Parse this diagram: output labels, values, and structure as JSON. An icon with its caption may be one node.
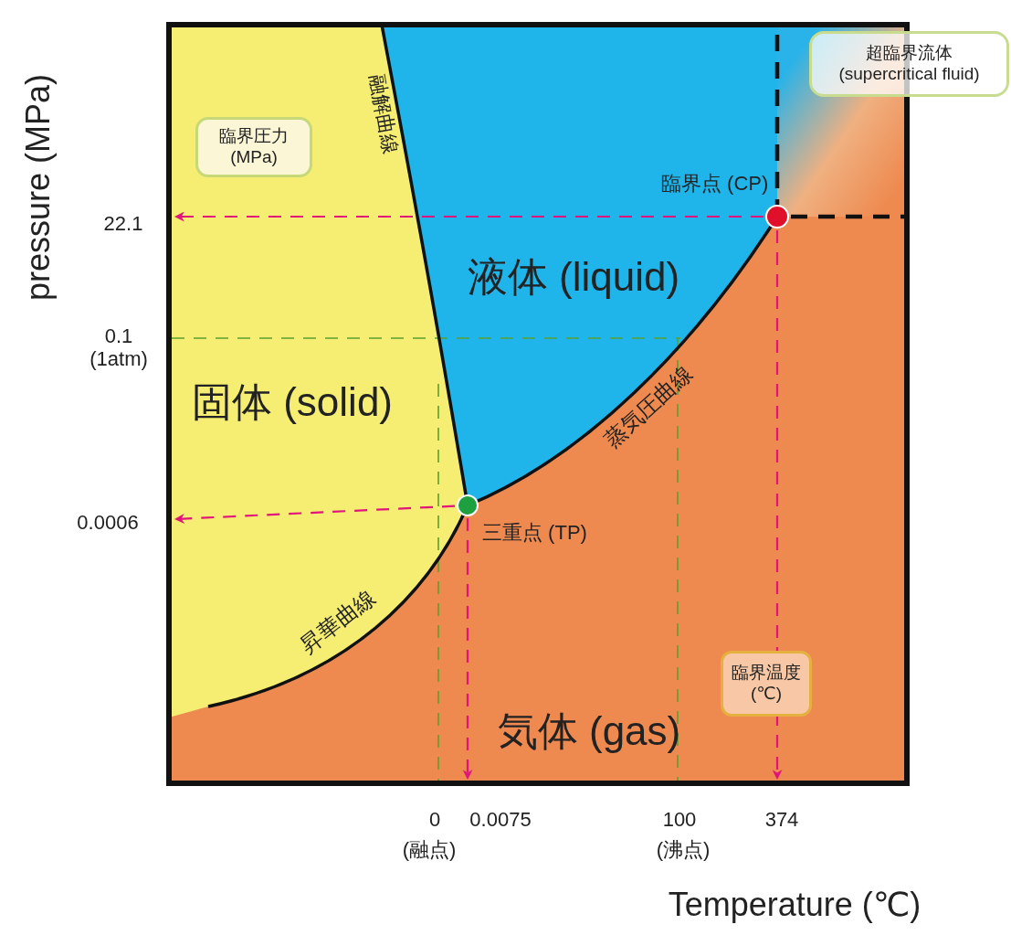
{
  "diagram": {
    "nodes": [
      {
        "text": [
          "臨界圧力 (MPa)"
        ]
      },
      {
        "text": [
          "超臨界流体 (supercritical fluid)"
        ]
      },
      {
        "text": [
          "臨界温度 (℃)"
        ]
      },
      {
        "text": [],
        "shape": "circle",
        "beside": [
          "臨界点 (CP)"
        ]
      },
      {
        "text": [],
        "shape": "circle",
        "beside": [
          "三重点 (TP)"
        ]
      }
    ],
    "edges": [
      {
        "from": 3,
        "to": null,
        "arrow": "to",
        "style": "dashed"
      },
      {
        "from": 3,
        "to": null,
        "arrow": "to",
        "style": "dashed"
      },
      {
        "from": 4,
        "to": null,
        "arrow": "to",
        "style": "dashed"
      },
      {
        "from": 4,
        "to": null,
        "arrow": "to",
        "style": "dashed"
      }
    ],
    "labels": [
      "pressure (MPa)",
      "融解曲線",
      "22.1",
      "0.1 (1atm)",
      "液体 (liquid)",
      "蒸気圧曲線",
      "固体 (solid)",
      "0.0006",
      "昇華曲線",
      "気体 (gas)",
      "0",
      "0.0075",
      "100",
      "374",
      "(融点)",
      "(沸点)",
      "Temperature (℃)"
    ]
  }
}
